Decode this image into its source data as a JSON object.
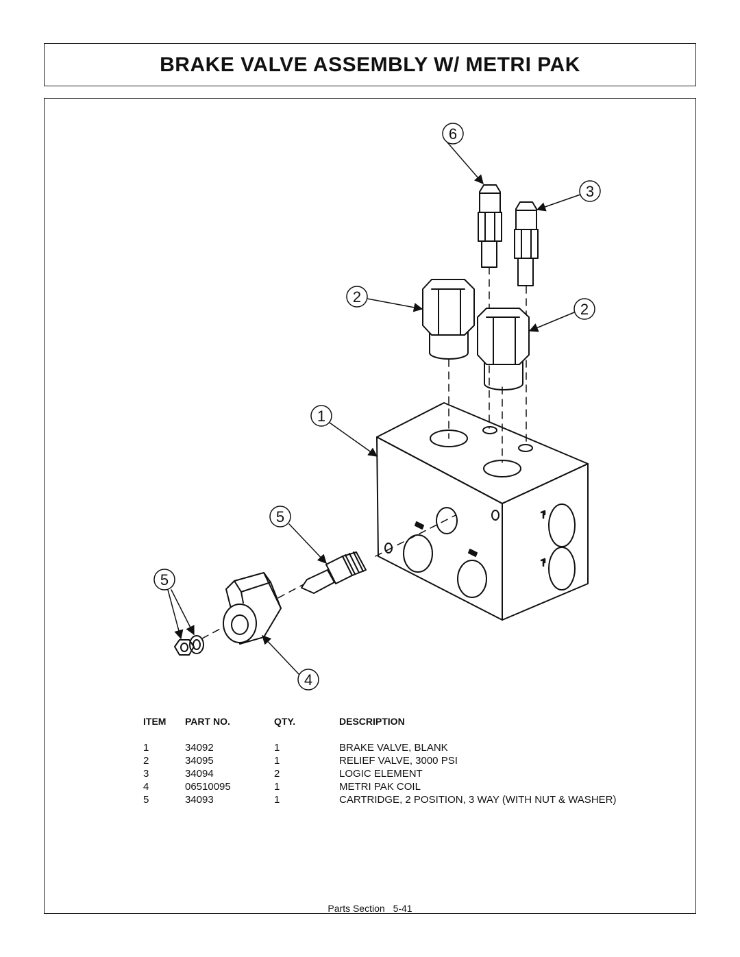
{
  "title": "BRAKE VALVE ASSEMBLY W/ METRI PAK",
  "callouts": [
    "6",
    "3",
    "2",
    "2",
    "1",
    "5",
    "5",
    "4"
  ],
  "parts_table": {
    "headers": {
      "item": "ITEM",
      "part_no": "PART NO.",
      "qty": "QTY.",
      "description": "DESCRIPTION"
    },
    "rows": [
      {
        "item": "1",
        "part_no": "34092",
        "qty": "1",
        "description": "BRAKE VALVE, BLANK"
      },
      {
        "item": "2",
        "part_no": "34095",
        "qty": "1",
        "description": "RELIEF VALVE, 3000 PSI"
      },
      {
        "item": "3",
        "part_no": "34094",
        "qty": "2",
        "description": "LOGIC ELEMENT"
      },
      {
        "item": "4",
        "part_no": "06510095",
        "qty": "1",
        "description": "METRI PAK COIL"
      },
      {
        "item": "5",
        "part_no": "34093",
        "qty": "1",
        "description": "CARTRIDGE, 2 POSITION, 3 WAY (WITH NUT & WASHER)"
      }
    ]
  },
  "footer": {
    "section": "Parts Section",
    "page": "5-41"
  }
}
